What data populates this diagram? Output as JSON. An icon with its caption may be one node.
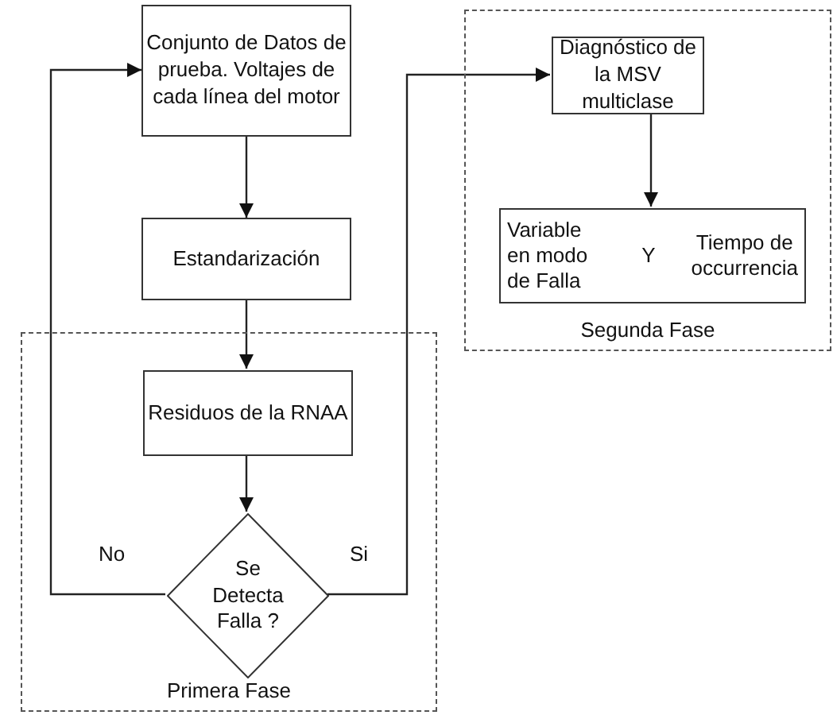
{
  "diagram": {
    "nodes": [
      {
        "text": [
          "Conjunto de Datos de prueba. Voltajes de cada línea del motor"
        ]
      },
      {
        "text": [
          "Estandarización"
        ]
      },
      {
        "text": [
          "Primera Fase"
        ]
      },
      {
        "text": [
          "Residuos de la RNAA"
        ],
        "in": 2
      },
      {
        "text": [
          "Se Detecta Falla ?"
        ],
        "in": 2
      },
      {
        "text": [
          "Segunda Fase"
        ]
      },
      {
        "text": [
          "Diagnóstico de la MSV multiclase"
        ],
        "in": 5
      },
      {
        "text": [
          "Variable en modo de Falla",
          "Y",
          "Tiempo de occurrencia"
        ],
        "in": 5
      }
    ],
    "edges": [
      {
        "from": 0,
        "to": 1,
        "arrow": "to"
      },
      {
        "from": 1,
        "to": 3,
        "arrow": "to"
      },
      {
        "from": 3,
        "to": 4,
        "arrow": "to"
      },
      {
        "from": 4,
        "to": 0,
        "arrow": "to",
        "label": "No"
      },
      {
        "from": 4,
        "to": 6,
        "arrow": "to",
        "label": "Si"
      },
      {
        "from": 6,
        "to": 7,
        "arrow": "to"
      }
    ]
  }
}
